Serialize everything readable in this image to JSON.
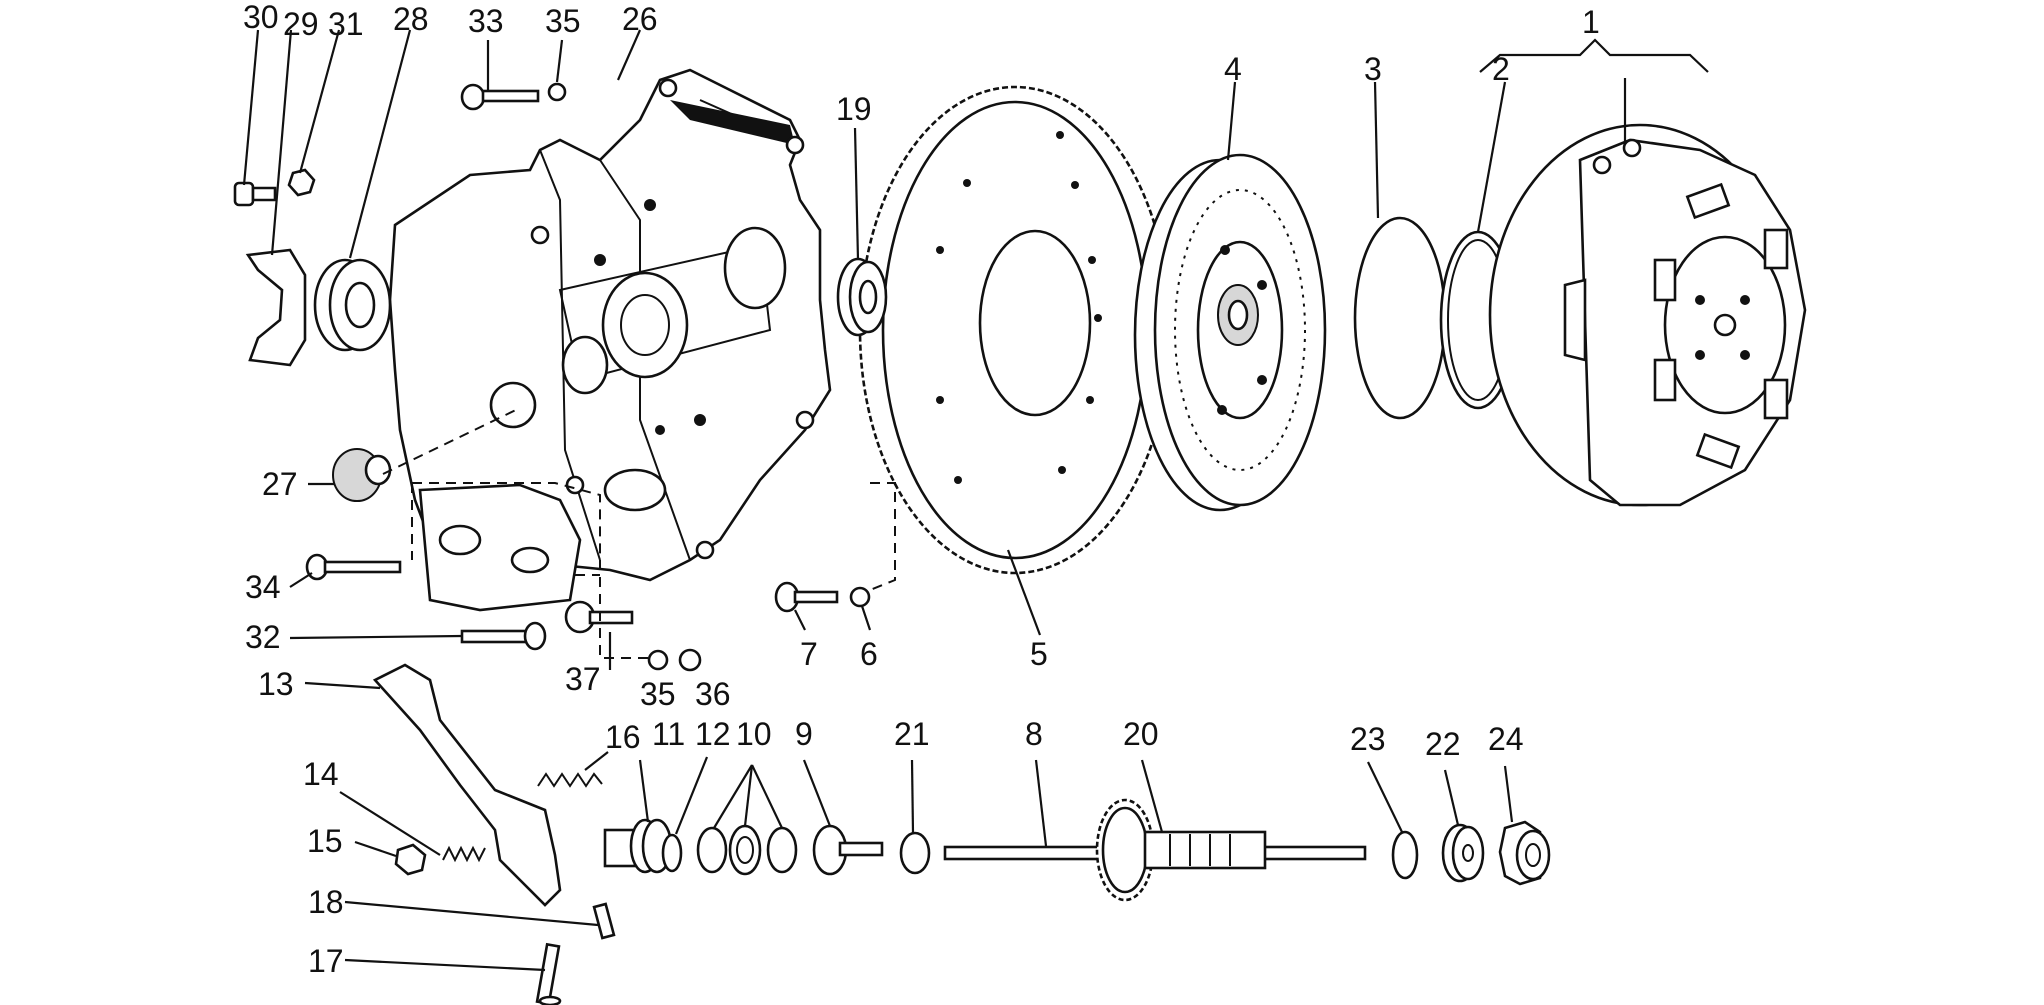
{
  "callouts": {
    "c1": "1",
    "c2": "2",
    "c3": "3",
    "c4": "4",
    "c5": "5",
    "c6": "6",
    "c7": "7",
    "c8": "8",
    "c9": "9",
    "c10": "10",
    "c11": "11",
    "c12": "12",
    "c13": "13",
    "c14": "14",
    "c15": "15",
    "c16": "16",
    "c17": "17",
    "c18": "18",
    "c19": "19",
    "c20": "20",
    "c21": "21",
    "c22": "22",
    "c23": "23",
    "c24": "24",
    "c26": "26",
    "c27": "27",
    "c28": "28",
    "c29": "29",
    "c30": "30",
    "c31": "31",
    "c32": "32",
    "c33": "33",
    "c34": "34",
    "c35a": "35",
    "c35b": "35",
    "c36": "36",
    "c37": "37"
  }
}
